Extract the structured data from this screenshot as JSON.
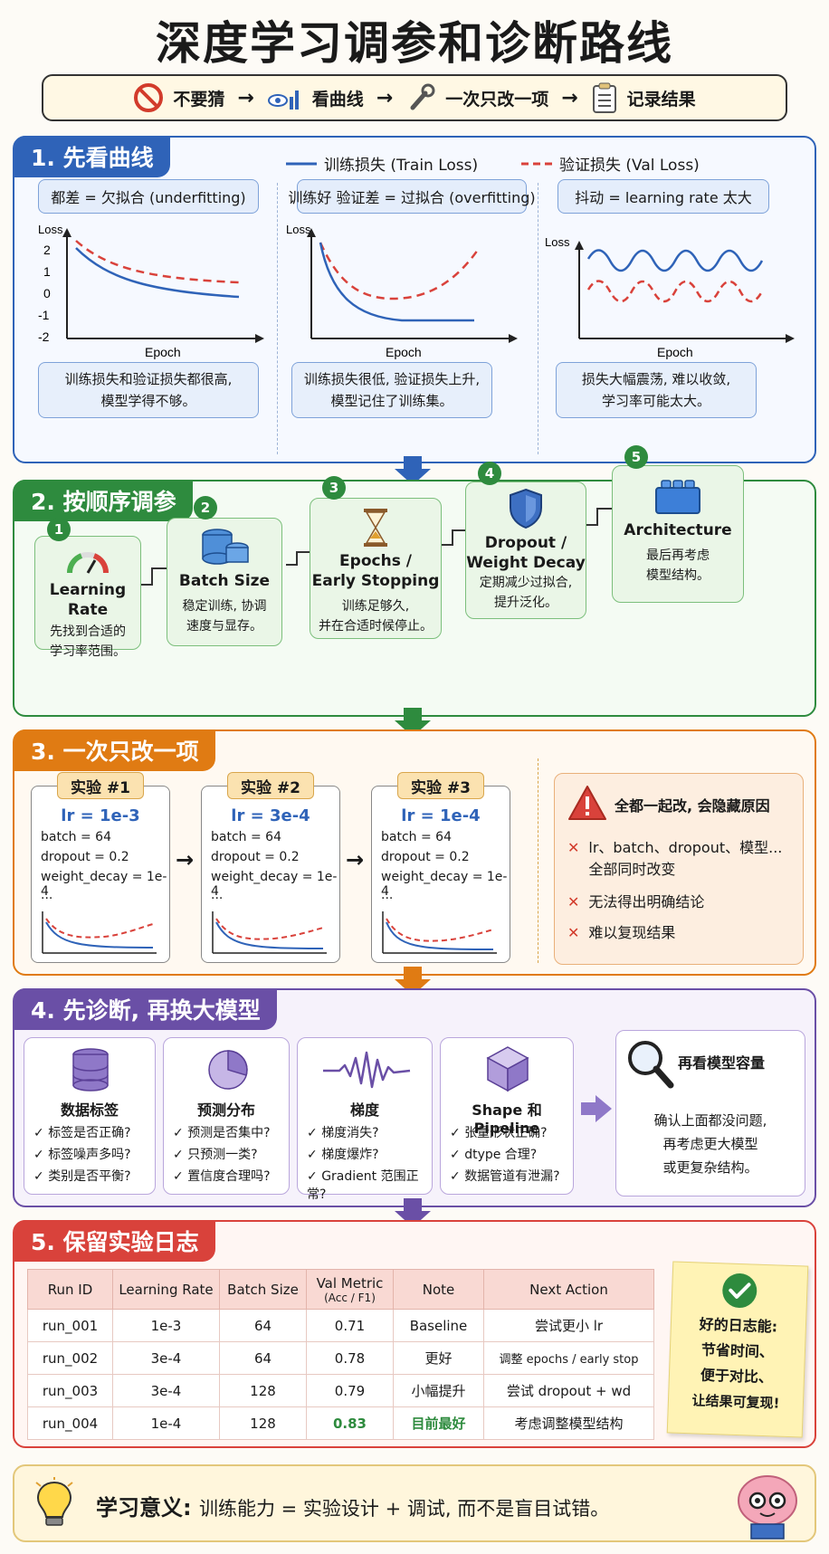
{
  "title": "深度学习调参和诊断路线",
  "flow": [
    "不要猜",
    "看曲线",
    "一次只改一项",
    "记录结果"
  ],
  "s1": {
    "title": "1. 先看曲线",
    "legend_train": "训练损失 (Train Loss)",
    "legend_val": "验证损失 (Val Loss)",
    "panels": [
      {
        "pill": "都差 = 欠拟合 (underfitting)",
        "note1": "训练损失和验证损失都很高,",
        "note2": "模型学得不够。"
      },
      {
        "pill": "训练好 验证差 = 过拟合 (overfitting)",
        "note1": "训练损失很低, 验证损失上升,",
        "note2": "模型记住了训练集。"
      },
      {
        "pill": "抖动 = learning rate 太大",
        "note1": "损失大幅震荡, 难以收敛,",
        "note2": "学习率可能太大。"
      }
    ],
    "axis_y": "Loss",
    "axis_x": "Epoch",
    "yticks": [
      "2",
      "1",
      "0",
      "-1",
      "-2"
    ]
  },
  "s2": {
    "title": "2. 按顺序调参",
    "steps": [
      {
        "num": "1",
        "title": "Learning Rate",
        "desc1": "先找到合适的",
        "desc2": "学习率范围。"
      },
      {
        "num": "2",
        "title": "Batch Size",
        "desc1": "稳定训练, 协调",
        "desc2": "速度与显存。"
      },
      {
        "num": "3",
        "title1": "Epochs /",
        "title2": "Early Stopping",
        "desc1": "训练足够久,",
        "desc2": "并在合适时候停止。"
      },
      {
        "num": "4",
        "title1": "Dropout /",
        "title2": "Weight Decay",
        "desc1": "定期减少过拟合,",
        "desc2": "提升泛化。"
      },
      {
        "num": "5",
        "title": "Architecture",
        "desc1": "最后再考虑",
        "desc2": "模型结构。"
      }
    ]
  },
  "s3": {
    "title": "3. 一次只改一项",
    "experiments": [
      {
        "label": "实验 #1",
        "lr": "lr = 1e-3"
      },
      {
        "label": "实验 #2",
        "lr": "lr = 3e-4"
      },
      {
        "label": "实验 #3",
        "lr": "lr = 1e-4"
      }
    ],
    "fixed": [
      "batch = 64",
      "dropout = 0.2",
      "weight_decay = 1e-4",
      "..."
    ],
    "warn_title": "全都一起改, 会隐藏原因",
    "warn_items": [
      "lr、batch、dropout、模型...",
      "全部同时改变",
      "无法得出明确结论",
      "难以复现结果"
    ]
  },
  "s4": {
    "title": "4. 先诊断, 再换大模型",
    "cards": [
      {
        "title": "数据标签",
        "items": [
          "标签是否正确?",
          "标签噪声多吗?",
          "类别是否平衡?"
        ]
      },
      {
        "title": "预测分布",
        "items": [
          "预测是否集中?",
          "只预测一类?",
          "置信度合理吗?"
        ]
      },
      {
        "title": "梯度",
        "items": [
          "梯度消失?",
          "梯度爆炸?",
          "Gradient 范围正常?"
        ]
      },
      {
        "title": "Shape 和 Pipeline",
        "items": [
          "张量形状正确?",
          "dtype 合理?",
          "数据管道有泄漏?"
        ]
      }
    ],
    "final_title": "再看模型容量",
    "final_desc": [
      "确认上面都没问题,",
      "再考虑更大模型",
      "或更复杂结构。"
    ]
  },
  "s5": {
    "title": "5. 保留实验日志",
    "headers": [
      "Run ID",
      "Learning Rate",
      "Batch Size",
      "Val Metric",
      "(Acc / F1)",
      "Note",
      "Next Action"
    ],
    "rows": [
      [
        "run_001",
        "1e-3",
        "64",
        "0.71",
        "Baseline",
        "尝试更小 lr"
      ],
      [
        "run_002",
        "3e-4",
        "64",
        "0.78",
        "更好",
        "调整 epochs / early stop"
      ],
      [
        "run_003",
        "3e-4",
        "128",
        "0.79",
        "小幅提升",
        "尝试 dropout + wd"
      ],
      [
        "run_004",
        "1e-4",
        "128",
        "0.83",
        "目前最好",
        "考虑调整模型结构"
      ]
    ],
    "sticky": [
      "好的日志能:",
      "节省时间、",
      "便于对比、",
      "让结果可复现!"
    ]
  },
  "footer": {
    "label": "学习意义:",
    "text": "训练能力 = 实验设计 + 调试, 而不是盲目试错。"
  },
  "colors": {
    "blue": "#2f63b8",
    "green": "#2e8b3e",
    "orange": "#e07b13",
    "purple": "#6a4fa6",
    "red": "#d9423b"
  }
}
